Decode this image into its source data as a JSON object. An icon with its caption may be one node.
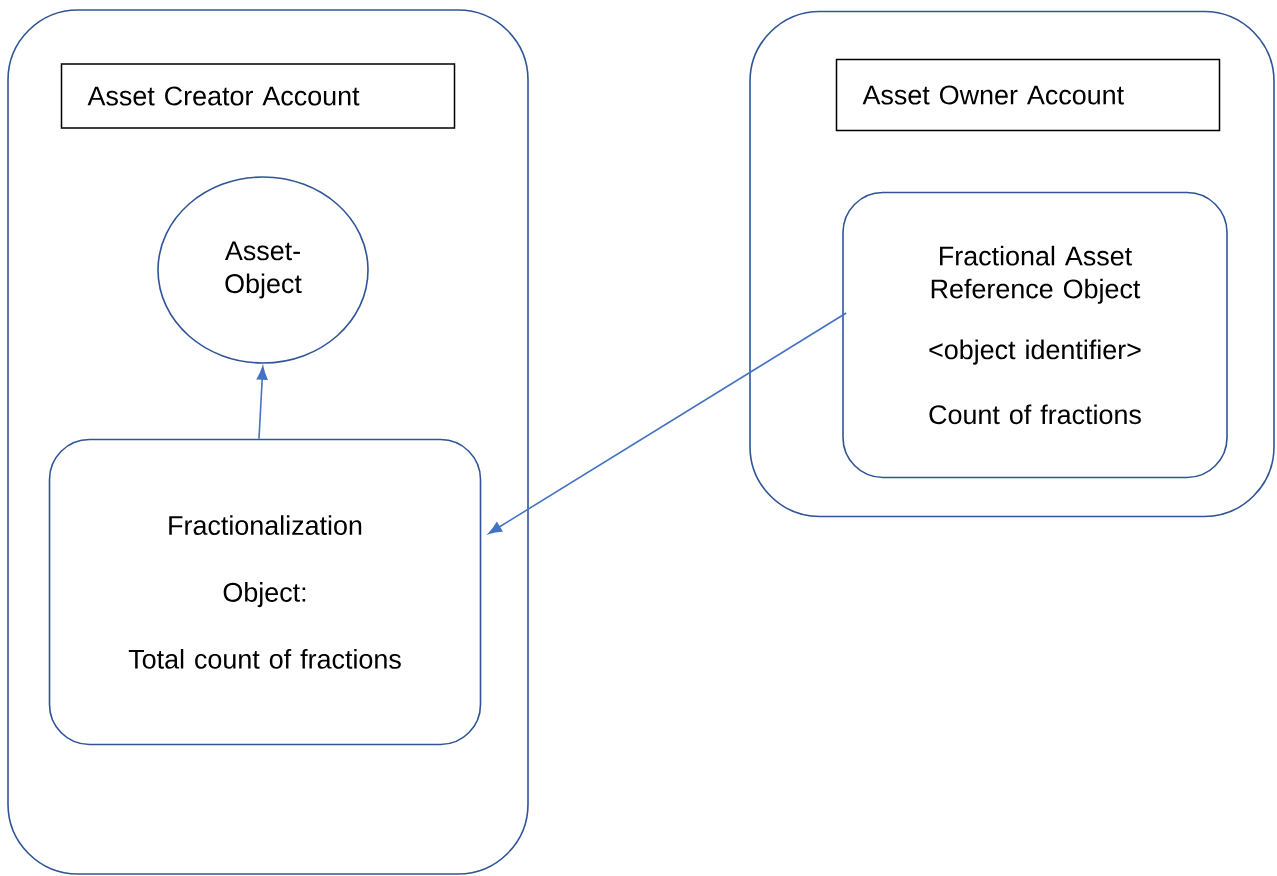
{
  "diagram": {
    "nodes": [
      {
        "text": [],
        "shape": "box"
      },
      {
        "text": [
          "Asset Creator Account"
        ],
        "in": 0
      },
      {
        "text": [
          "Asset- Object"
        ],
        "in": 0
      },
      {
        "text": [
          "Fractionalization",
          "Object:",
          "Total count of fractions"
        ],
        "in": 0
      },
      {
        "text": [],
        "shape": "box"
      },
      {
        "text": [
          "Asset Owner Account"
        ],
        "in": 4
      },
      {
        "text": [
          "Fractional Asset Reference Object",
          "<object identifier>",
          "Count of fractions"
        ],
        "in": 4
      }
    ],
    "edges": [
      {
        "from": 3,
        "to": 2,
        "arrow": "to"
      },
      {
        "from": 6,
        "to": 3,
        "arrow": "to"
      }
    ]
  }
}
